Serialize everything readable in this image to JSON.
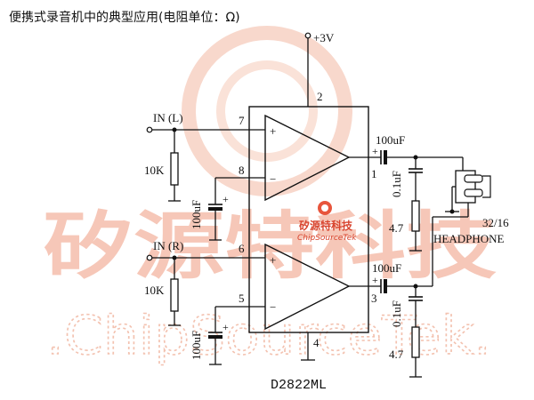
{
  "title": "便携式录音机中的典型应用(电阻单位：Ω)",
  "chip_name": "D2822ML",
  "supply": "+3V",
  "inputs": {
    "left": "IN (L)",
    "right": "IN (R)"
  },
  "pins": {
    "p1": "1",
    "p2": "2",
    "p3": "3",
    "p4": "4",
    "p5": "5",
    "p6": "6",
    "p7": "7",
    "p8": "8"
  },
  "op_signs": {
    "plus": "+",
    "minus": "−"
  },
  "components": {
    "res_in_top": "10K",
    "res_in_bot": "10K",
    "cap_fb_top": "100uF",
    "cap_fb_bot": "100uF",
    "cap_out_top": "100uF",
    "cap_out_bot": "100uF",
    "cap_zobel_top": "0.1uF",
    "cap_zobel_bot": "0.1uF",
    "res_zobel_top": "4.7",
    "res_zobel_bot": "4.7"
  },
  "load": {
    "impedance": "32/16",
    "label": "HEADPHONE"
  },
  "watermark": {
    "cn": "矽源特科技",
    "en": ".ChipSourceTek."
  },
  "logo": {
    "cn": "矽源特科技",
    "en": "ChipSourceTek"
  },
  "colors": {
    "line": "#111111",
    "watermark": "#f6c7b8",
    "logo": "#d8442e"
  }
}
